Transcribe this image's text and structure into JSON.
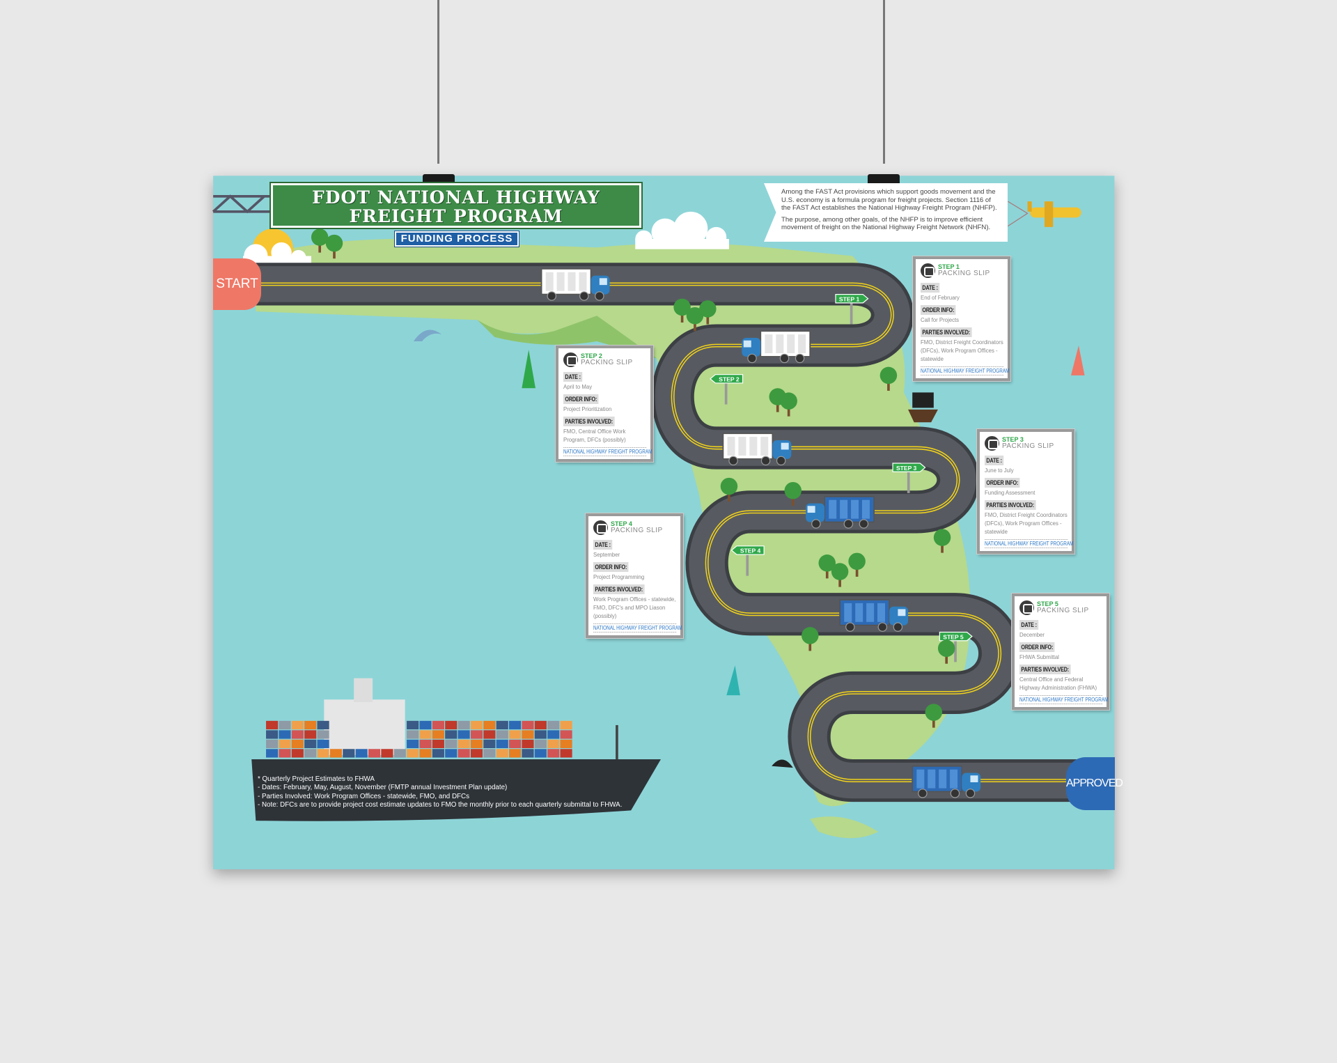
{
  "header": {
    "title_line1": "FDOT NATIONAL HIGHWAY",
    "title_line2": "FREIGHT PROGRAM",
    "subtitle": "FUNDING PROCESS"
  },
  "intro": {
    "p1": "Among the FAST Act provisions which support goods movement and the U.S. economy is a formula program for freight projects. Section 1116 of the FAST Act establishes the National Highway Freight Program (NHFP).",
    "p2": "The purpose, among other goals, of the NHFP is to improve efficient movement of freight on the National Highway Freight Network (NHFN)."
  },
  "route": {
    "start": "START",
    "end": "APPROVED",
    "signs": [
      "STEP 1",
      "STEP 2",
      "STEP 3",
      "STEP 4",
      "STEP 5"
    ]
  },
  "slip_labels": {
    "subtitle": "PACKING SLIP",
    "date": "DATE :",
    "order": "ORDER INFO:",
    "parties": "PARTIES INVOLVED:",
    "footer": "NATIONAL HIGHWAY FREIGHT PROGRAM"
  },
  "slips": [
    {
      "step": "STEP 1",
      "date": "End of February",
      "order": "Call for Projects",
      "parties": "FMO, District Freight Coordinators (DFCs), Work Program Offices - statewide"
    },
    {
      "step": "STEP 2",
      "date": "April to May",
      "order": "Project Prioritization",
      "parties": "FMO, Central Office Work Program, DFCs (possibly)"
    },
    {
      "step": "STEP 3",
      "date": "June to July",
      "order": "Funding Assessment",
      "parties": "FMO, District Freight Coordinators (DFCs), Work Program Offices - statewide"
    },
    {
      "step": "STEP 4",
      "date": "September",
      "order": "Project Programming",
      "parties": "Work Program Offices - statewide, FMO, DFC's and MPO Liason (possibly)"
    },
    {
      "step": "STEP 5",
      "date": "December",
      "order": "FHWA Submittal",
      "parties": "Central Office and Federal Highway Administration (FHWA)"
    }
  ],
  "notes": [
    "* Quarterly Project Estimates to FHWA",
    "- Dates: February, May, August, November (FMTP annual Investment Plan update)",
    "- Parties Involved: Work Program Offices - statewide, FMO, and DFCs",
    "- Note: DFCs are to provide project cost estimate updates to FMO the monthly prior to each quarterly submittal to FHWA."
  ],
  "colors": {
    "sea": "#8dd4d7",
    "land": "#b6d98b",
    "road": "#4a4d53",
    "accent_green": "#3d8b47",
    "blue": "#2d6ab5",
    "coral": "#ef7766"
  }
}
